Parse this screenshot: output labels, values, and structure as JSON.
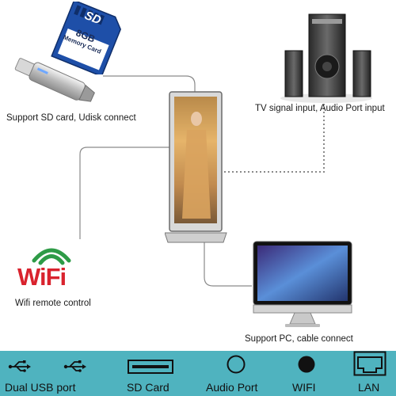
{
  "labels": {
    "storage": "Support SD card, Udisk connect",
    "tv": "TV signal input, Audio Port input",
    "wifi": "Wifi remote control",
    "pc": "Support PC, cable connect"
  },
  "sd_card": {
    "brand": "SD",
    "capacity": "8GB",
    "name": "Memory Card"
  },
  "wifi_logo": {
    "text": "WiFi"
  },
  "ports": [
    {
      "label": "Dual USB port",
      "icon": "usb-icon"
    },
    {
      "label": "SD Card",
      "icon": "sd-slot-icon"
    },
    {
      "label": "Audio Port",
      "icon": "audio-port-icon"
    },
    {
      "label": "WIFI",
      "icon": "wifi-port-icon"
    },
    {
      "label": "LAN",
      "icon": "lan-port-icon"
    }
  ],
  "colors": {
    "bar": "#4fb3bf",
    "sd_blue": "#1e4fa8",
    "wifi_red": "#d9232e",
    "wifi_green": "#2e9b47"
  }
}
